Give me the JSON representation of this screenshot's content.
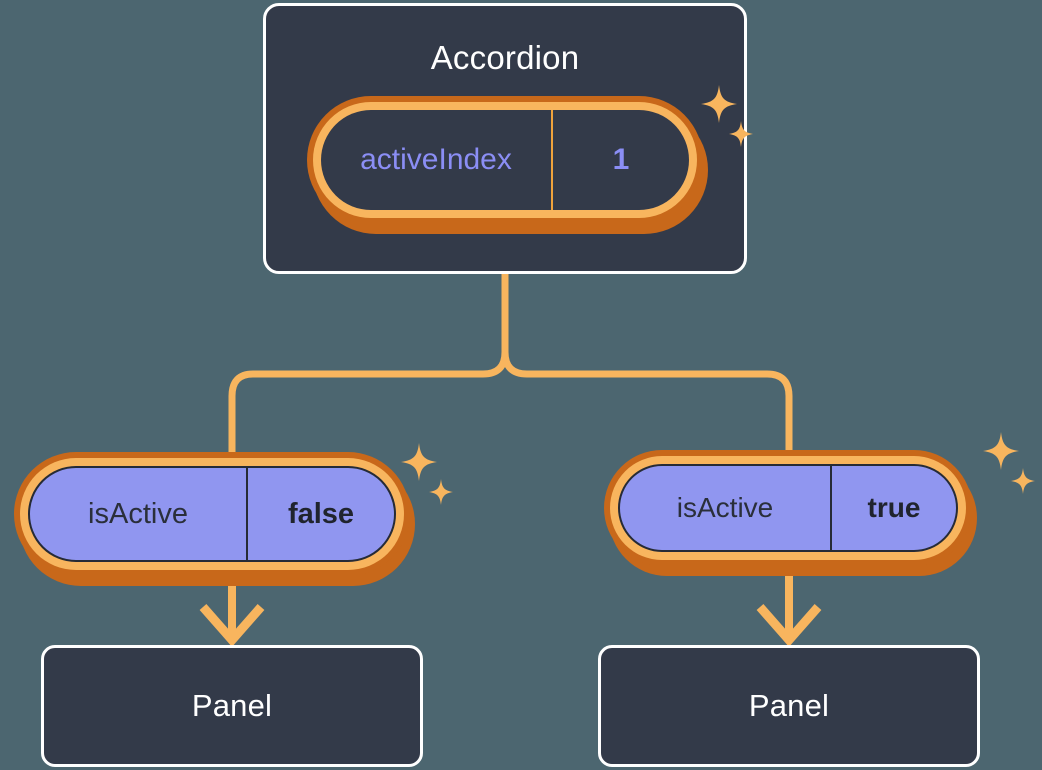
{
  "diagram": {
    "type": "component-tree",
    "background_color": "#4c6670",
    "accent_color": "#f8b55e",
    "ring_color": "#c8681a",
    "card_color": "#333a49",
    "pill_value_color": "#9096f0"
  },
  "root": {
    "title": "Accordion",
    "state": {
      "key": "activeIndex",
      "value": "1"
    }
  },
  "children": [
    {
      "prop": {
        "key": "isActive",
        "value": "false"
      },
      "child_title": "Panel"
    },
    {
      "prop": {
        "key": "isActive",
        "value": "true"
      },
      "child_title": "Panel"
    }
  ],
  "icons": {
    "sparkle": "sparkle-icon"
  }
}
